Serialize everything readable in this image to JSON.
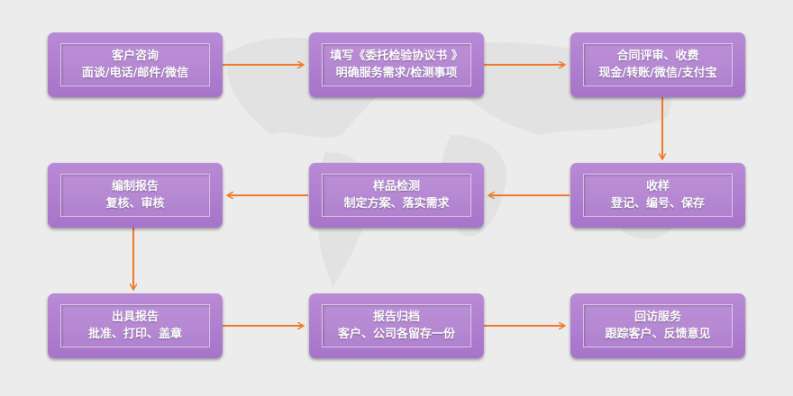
{
  "colors": {
    "box": "#a774c9",
    "arrow": "#ee7b2c",
    "background": "#ececec"
  },
  "steps": [
    {
      "id": "consult",
      "title": "客户咨询",
      "detail": "面谈/电话/邮件/微信"
    },
    {
      "id": "agreement",
      "title": "填写《委托检验协议书 》",
      "detail": "明确服务需求/检测事项"
    },
    {
      "id": "review",
      "title": "合同评审、收费",
      "detail": "现金/转账/微信/支付宝"
    },
    {
      "id": "receive",
      "title": "收样",
      "detail": "登记、编号、保存"
    },
    {
      "id": "testing",
      "title": "样品检测",
      "detail": "制定方案、落实需求"
    },
    {
      "id": "report",
      "title": "编制报告",
      "detail": "复核、审核"
    },
    {
      "id": "issue",
      "title": "出具报告",
      "detail": "批准、打印、盖章"
    },
    {
      "id": "archive",
      "title": "报告归档",
      "detail": "客户、公司各留存一份"
    },
    {
      "id": "followup",
      "title": "回访服务",
      "detail": "跟踪客户、反馈意见"
    }
  ]
}
